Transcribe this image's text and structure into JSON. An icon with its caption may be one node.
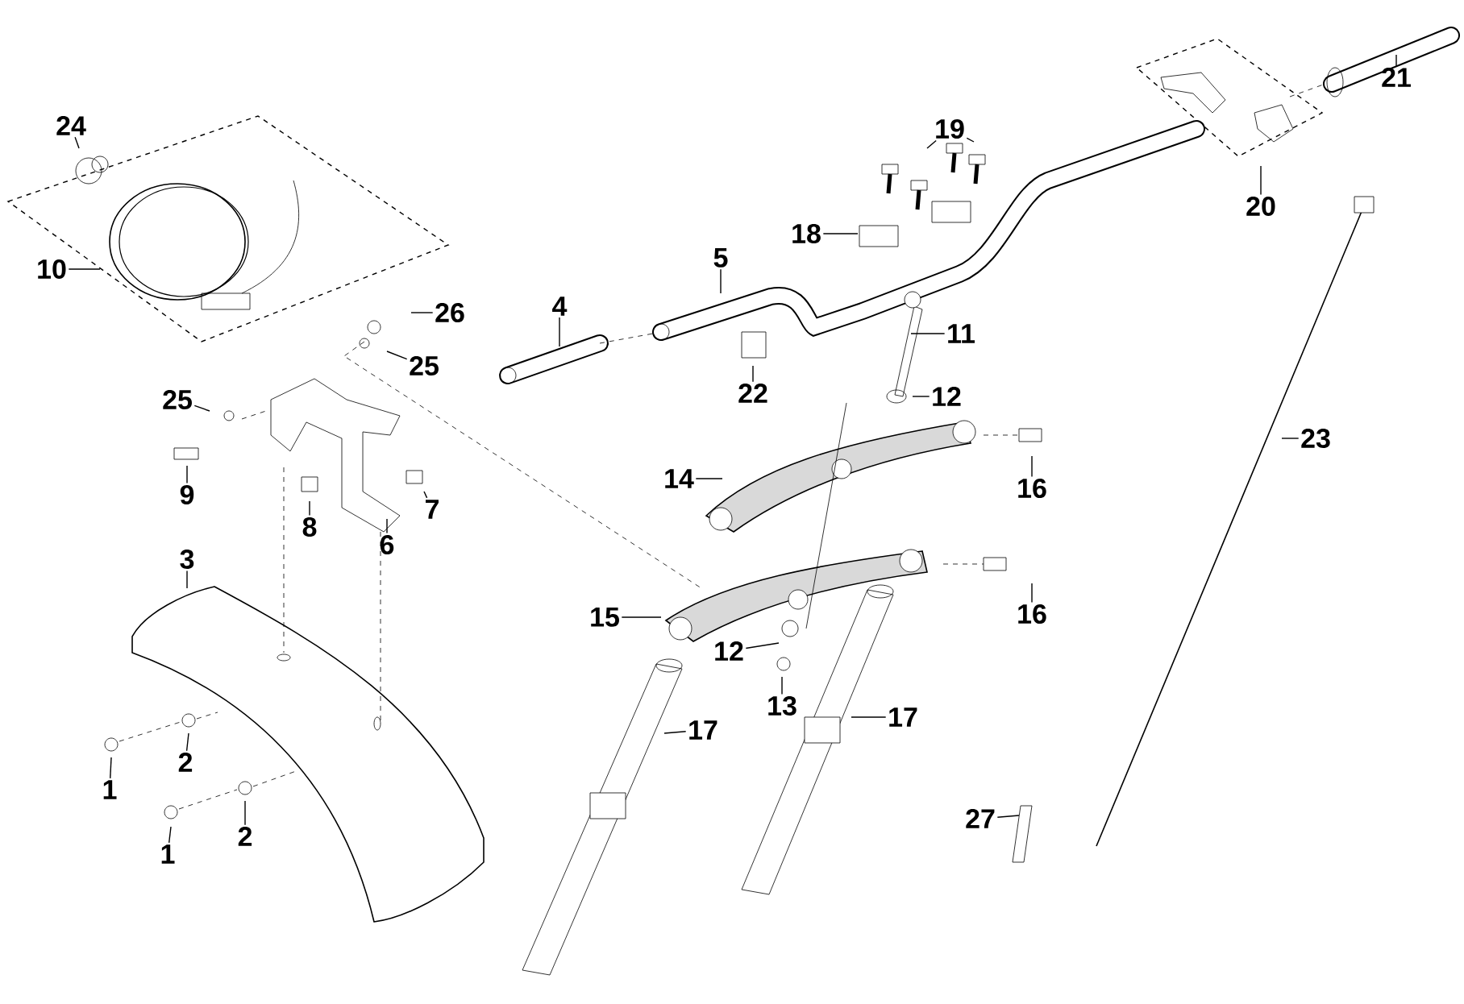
{
  "diagram": {
    "nodes": [
      {
        "text": [
          "24"
        ]
      },
      {
        "text": [
          "21"
        ]
      },
      {
        "text": [
          "19"
        ]
      },
      {
        "text": [
          "20"
        ]
      },
      {
        "text": [
          "18"
        ]
      },
      {
        "text": [
          "10"
        ]
      },
      {
        "text": [
          "5"
        ]
      },
      {
        "text": [
          "4"
        ]
      },
      {
        "text": [
          "26"
        ]
      },
      {
        "text": [
          "11"
        ]
      },
      {
        "text": [
          "25"
        ]
      },
      {
        "text": [
          "22"
        ]
      },
      {
        "text": [
          "12"
        ]
      },
      {
        "text": [
          "25"
        ]
      },
      {
        "text": [
          "23"
        ]
      },
      {
        "text": [
          "14"
        ]
      },
      {
        "text": [
          "9"
        ]
      },
      {
        "text": [
          "16"
        ]
      },
      {
        "text": [
          "7"
        ]
      },
      {
        "text": [
          "8"
        ]
      },
      {
        "text": [
          "6"
        ]
      },
      {
        "text": [
          "3"
        ]
      },
      {
        "text": [
          "15"
        ]
      },
      {
        "text": [
          "16"
        ]
      },
      {
        "text": [
          "12"
        ]
      },
      {
        "text": [
          "13"
        ]
      },
      {
        "text": [
          "17"
        ]
      },
      {
        "text": [
          "17"
        ]
      },
      {
        "text": [
          "2"
        ]
      },
      {
        "text": [
          "1"
        ]
      },
      {
        "text": [
          "27"
        ]
      },
      {
        "text": [
          "2"
        ]
      },
      {
        "text": [
          "1"
        ]
      }
    ],
    "edges": [
      {
        "from": 0,
        "to": null,
        "arrow": "none"
      },
      {
        "from": 1,
        "to": null,
        "arrow": "none"
      },
      {
        "from": 2,
        "to": null,
        "arrow": "none"
      },
      {
        "from": 2,
        "to": null,
        "arrow": "none"
      },
      {
        "from": 3,
        "to": null,
        "arrow": "none"
      },
      {
        "from": 4,
        "to": null,
        "arrow": "none"
      },
      {
        "from": 5,
        "to": null,
        "arrow": "none"
      },
      {
        "from": 6,
        "to": null,
        "arrow": "none"
      },
      {
        "from": 7,
        "to": null,
        "arrow": "none"
      },
      {
        "from": 8,
        "to": null,
        "arrow": "none"
      },
      {
        "from": 9,
        "to": null,
        "arrow": "none"
      },
      {
        "from": 10,
        "to": null,
        "arrow": "none"
      },
      {
        "from": 11,
        "to": null,
        "arrow": "none"
      },
      {
        "from": 12,
        "to": null,
        "arrow": "none"
      },
      {
        "from": 13,
        "to": null,
        "arrow": "none"
      },
      {
        "from": 14,
        "to": null,
        "arrow": "none"
      },
      {
        "from": 15,
        "to": null,
        "arrow": "none"
      },
      {
        "from": 16,
        "to": null,
        "arrow": "none"
      },
      {
        "from": 17,
        "to": null,
        "arrow": "none"
      },
      {
        "from": 18,
        "to": null,
        "arrow": "none"
      },
      {
        "from": 19,
        "to": null,
        "arrow": "none"
      },
      {
        "from": 20,
        "to": null,
        "arrow": "none"
      },
      {
        "from": 21,
        "to": null,
        "arrow": "none"
      },
      {
        "from": 22,
        "to": null,
        "arrow": "none"
      },
      {
        "from": 23,
        "to": null,
        "arrow": "none"
      },
      {
        "from": 24,
        "to": null,
        "arrow": "none"
      },
      {
        "from": 25,
        "to": null,
        "arrow": "none"
      },
      {
        "from": 26,
        "to": null,
        "arrow": "none"
      },
      {
        "from": 27,
        "to": null,
        "arrow": "none"
      },
      {
        "from": 28,
        "to": null,
        "arrow": "none"
      },
      {
        "from": 29,
        "to": null,
        "arrow": "none"
      },
      {
        "from": 30,
        "to": null,
        "arrow": "none"
      },
      {
        "from": 31,
        "to": null,
        "arrow": "none"
      },
      {
        "from": 32,
        "to": null,
        "arrow": "none"
      }
    ]
  }
}
